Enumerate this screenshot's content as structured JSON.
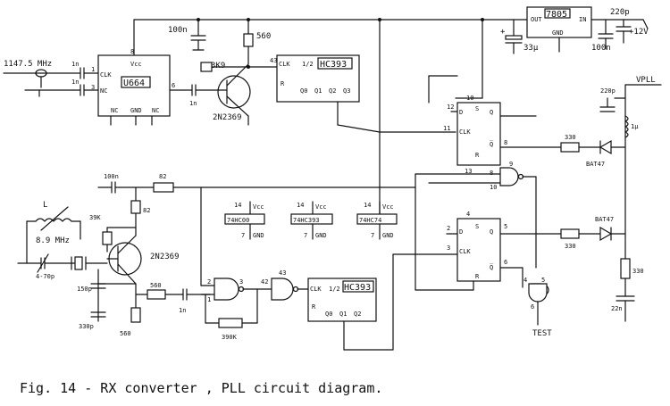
{
  "caption": "Fig. 14 - RX converter , PLL circuit diagram.",
  "supply": {
    "input": "+12V",
    "regulator": "7805",
    "reg_out": "OUT",
    "reg_in": "IN",
    "reg_gnd": "GND"
  },
  "signals": {
    "rf_in": "1147.5 MHz",
    "vpll": "VPLL",
    "test": "TEST",
    "crystal": "8.9 MHz"
  },
  "ics": {
    "u664": "U664",
    "hc393_top": "HC393",
    "hc393_bot": "HC393",
    "half": "1/2",
    "hc00": "74HC00",
    "hc393_ref": "74HC393",
    "hc74_ref": "74HC74"
  },
  "components": {
    "c_100n_top": "100n",
    "r_560_top": "560",
    "r_3k9": "3K9",
    "t1": "2N2369",
    "t2": "2N2369",
    "c_1n_a": "1n",
    "c_1n_b": "1n",
    "c_1n_c": "1n",
    "c_1n_d": "1n",
    "c_220p_top": "220p",
    "c_100n_reg": "100n",
    "c_33u": "33μ",
    "c_220p_vpll": "220p",
    "l_1u": "1μ",
    "d1": "BAT47",
    "d2": "BAT47",
    "r_330_a": "330",
    "r_330_b": "330",
    "r_330_c": "330",
    "c_22n": "22n",
    "c_100n_mid": "100n",
    "r_82_a": "82",
    "r_82_b": "82",
    "r_39k": "39K",
    "c_470p": "4-70p",
    "c_150p": "150p",
    "c_330p": "330p",
    "r_560_b": "560",
    "r_560_c": "560",
    "r_390k": "390K",
    "l_osc": "L"
  },
  "pins": {
    "vcc": "Vcc",
    "gnd": "GND",
    "nc": "NC",
    "clk": "CLK",
    "r": "R",
    "s": "S",
    "d": "D",
    "q": "Q",
    "qbar": "Q̅",
    "q0": "Q0",
    "q1": "Q1",
    "q2": "Q2",
    "q3": "Q3",
    "p1": "1",
    "p2": "2",
    "p3": "3",
    "p4": "4",
    "p5": "5",
    "p6": "6",
    "p7": "7",
    "p8": "8",
    "p9": "9",
    "p10": "10",
    "p11": "11",
    "p12": "12",
    "p13": "13",
    "p14": "14",
    "p42": "42",
    "p43": "43"
  }
}
